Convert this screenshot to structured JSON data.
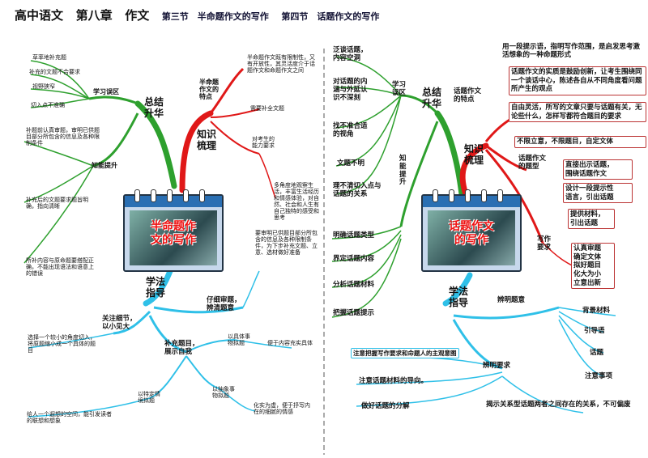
{
  "header": {
    "subject": "高中语文",
    "chapter": "第八章",
    "topic": "作文",
    "section3": "第三节　半命题作文的写作",
    "section4": "第四节　话题作文的写作"
  },
  "left": {
    "center_title": "半命题作\n文的写作",
    "summary": "总结\n升华",
    "study_errors": "学习误区",
    "errors": [
      "草率地补充题",
      "补充的文题不合要求",
      "视野狭窄",
      "切入点不准确"
    ],
    "ability": "知能提升",
    "ability_items": [
      "补题前认真审题，审明已供题目部分所包含的信息及各种限制条件",
      "补充后的文题要求题旨明确，指向清晰",
      "所补内容与原命题要搭配正确，不能出现语法和语意上的错误"
    ],
    "knowledge": "知识\n梳理",
    "features": "半命题\n作文的\n特点",
    "features_desc": "半命题作文既有限制性，又有开放性，其灵活度介于话题作文和命题作文之间",
    "need_fill": "需要补全文题",
    "ability_req": "对考生的\n能力要求",
    "ability_req_desc": "多角度地观察生活，丰富生活经历和情感体验，对自然、社会和人生有自己独特的感受和思考",
    "method": "学法\n指导",
    "careful": "仔细审题，\n辨清题意",
    "careful_desc": "要审明已供题目部分所包含的信息及各种限制条件，为下步补充文题、立意、选材做好准备",
    "focus": "关注细节，\n以小见大",
    "focus_desc": "选择一个较小的角度切入，将原题缩小成一个具体的题目",
    "complement": "补充题目，\n展示自我",
    "specific": "以具体事\n物拟题",
    "specific_desc": "便于内容充实具体",
    "abstract": "以抽象事\n物拟题",
    "abstract_desc": "化实为虚，便于抒写内在的细腻的情感",
    "scene": "以特定情\n境拟题",
    "scene_desc": "给人一个遐想的空间，能引发读者的联想和想象"
  },
  "right": {
    "center_title": "话题作文\n的写作",
    "summary": "总结\n升华",
    "study_errors": "学习\n误区",
    "errors": [
      "泛谈话题，\n内容空洞",
      "对话题的内\n涵与外延认\n识不深刻",
      "找不准合适\n的视角",
      "文题不明",
      "理不清切入点与\n话题的关系"
    ],
    "ability": "知\n能\n提\n升",
    "ability_items": [
      "明确话题类型",
      "界定话题内容",
      "分析话题材料",
      "把握话题提示"
    ],
    "topic_intro": "用一段提示语，指明写作范围，是启发思考激活想象的一种命题形式",
    "features": "话题作文\n的特点",
    "feature_items": [
      "话题作文的实质是鼓励创新，让考生围绕同一个谈话中心，陈述各自从不同角度看问题所产生的观点",
      "自由灵活，所写的文章只要与话题有关，无论些什么，怎样写都符合题目的要求",
      "不限立意，不限题目，自定文体"
    ],
    "knowledge": "知识\n梳理",
    "types": "话题作文\n的题型",
    "type_items": [
      "直接出示话题，\n围绕话题作文",
      "设计一段提示性\n语言，引出话题",
      "提供材料，\n引出话题"
    ],
    "writing_req": "写作\n要求",
    "writing_req_desc": "认真审题\n确定文体\n拟好题目\n化大为小\n立意出新",
    "method": "学法\n指导",
    "distinguish": "辨明题意",
    "distinguish_items": [
      "背景材料",
      "引导语",
      "话题",
      "注意事项"
    ],
    "req": "辨明要求",
    "req_items": [
      "注意把握写作要求和命题人的主观意图",
      "注意话题材料的导向。",
      "做好话题的分解"
    ],
    "relation": "揭示关系型话题两者之间存在的关系，不可偏废"
  },
  "colors": {
    "green": "#2ea02e",
    "red": "#e01818",
    "cyan": "#2fc0e8",
    "gray": "#888888"
  }
}
